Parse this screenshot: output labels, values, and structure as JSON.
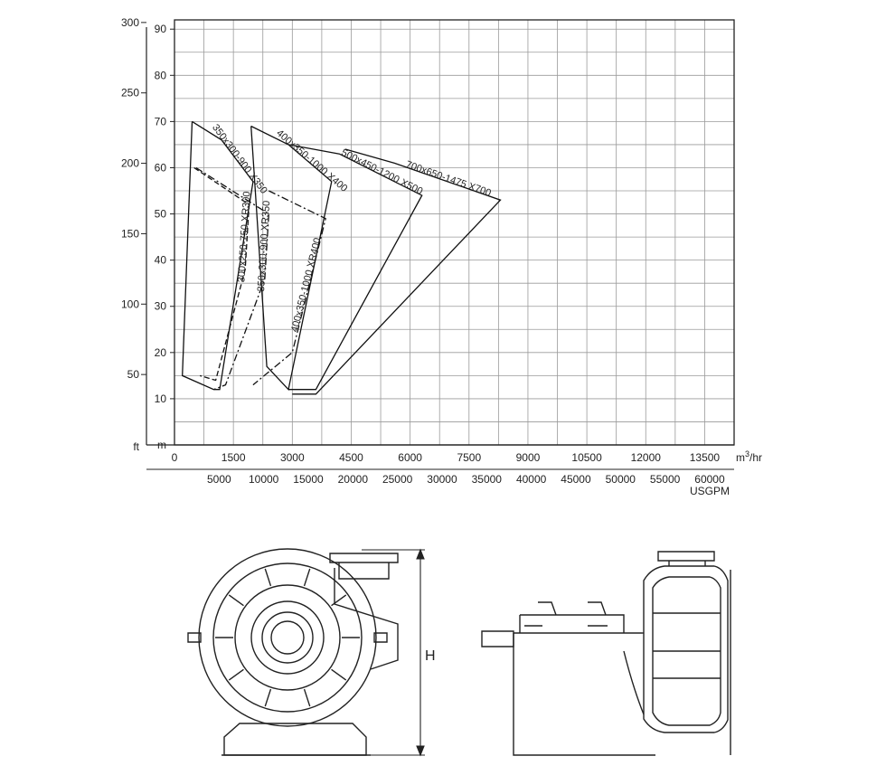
{
  "chart_data": {
    "type": "line",
    "title": "",
    "grid": true,
    "x_axis": {
      "label": "",
      "unit_main": "m",
      "unit_sup": "3",
      "unit_rest": "/hr",
      "range": [
        0,
        14250
      ],
      "ticks": [
        0,
        1500,
        3000,
        4500,
        6000,
        7500,
        9000,
        10500,
        12000,
        13500
      ],
      "secondary": {
        "unit": "USGPM",
        "ticks": [
          5000,
          10000,
          15000,
          20000,
          25000,
          30000,
          35000,
          40000,
          45000,
          50000,
          55000,
          60000
        ]
      }
    },
    "y_axis": {
      "unit_main": "m",
      "range": [
        0,
        92
      ],
      "ticks": [
        10,
        20,
        30,
        40,
        50,
        60,
        70,
        80,
        90
      ],
      "secondary": {
        "unit": "ft",
        "ticks": [
          50,
          100,
          150,
          200,
          250,
          300
        ]
      }
    },
    "series": [
      {
        "name": "350x300-900 X350",
        "style": "solid",
        "points": [
          [
            450,
            70
          ],
          [
            1200,
            66
          ],
          [
            2000,
            57
          ],
          [
            1150,
            12
          ],
          [
            1000,
            12
          ],
          [
            200,
            15
          ],
          [
            450,
            70
          ]
        ]
      },
      {
        "name": "300x250-750 XR300",
        "style": "dashed",
        "points": [
          [
            500,
            60
          ],
          [
            1900,
            52
          ],
          [
            1800,
            38
          ],
          [
            1050,
            14
          ],
          [
            650,
            15
          ]
        ]
      },
      {
        "name": "350x300-900 XR350",
        "style": "dashdot",
        "points": [
          [
            550,
            60
          ],
          [
            2400,
            50
          ],
          [
            2300,
            36
          ],
          [
            1300,
            13
          ],
          [
            1000,
            12
          ]
        ]
      },
      {
        "name": "400x350-1000 X400",
        "style": "solid",
        "points": [
          [
            1950,
            69
          ],
          [
            2900,
            65
          ],
          [
            4000,
            57
          ],
          [
            2900,
            12
          ],
          [
            2350,
            17
          ],
          [
            1950,
            69
          ]
        ]
      },
      {
        "name": "400x350-1000 XR400",
        "style": "dashdot",
        "points": [
          [
            2400,
            55
          ],
          [
            3850,
            49
          ],
          [
            3000,
            20
          ],
          [
            2000,
            13
          ]
        ]
      },
      {
        "name": "500x450-1200 X500",
        "style": "solid",
        "points": [
          [
            2900,
            65
          ],
          [
            4200,
            63
          ],
          [
            6300,
            54
          ],
          [
            3600,
            12
          ],
          [
            2900,
            12
          ]
        ]
      },
      {
        "name": "700x650-1475 X700",
        "style": "solid",
        "points": [
          [
            4350,
            64
          ],
          [
            5600,
            61
          ],
          [
            8300,
            53
          ],
          [
            3600,
            11
          ],
          [
            3000,
            11
          ]
        ]
      }
    ]
  },
  "drawing": {
    "dimension_label": "H"
  }
}
